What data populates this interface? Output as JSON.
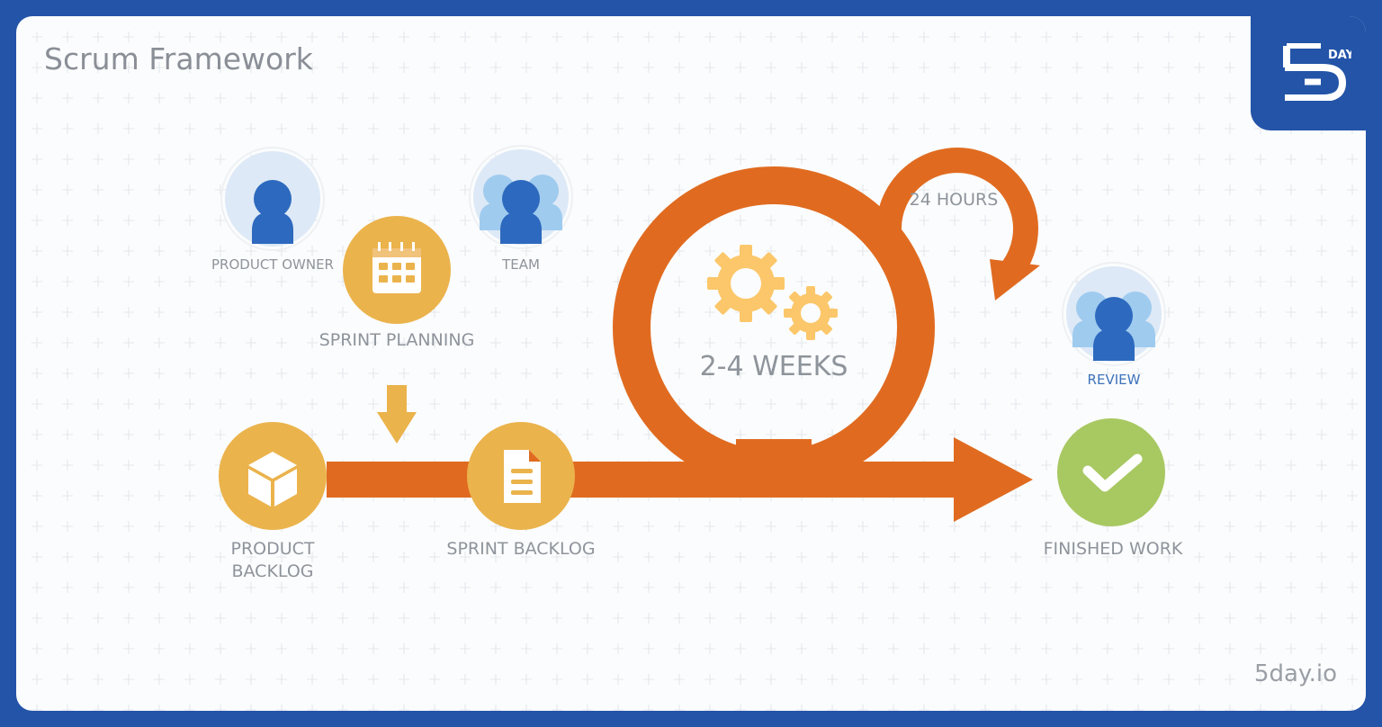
{
  "title": "Scrum Framework",
  "brand": {
    "logo_text": "5DAY",
    "url": "5day.io"
  },
  "roles": {
    "product_owner": "PRODUCT OWNER",
    "team": "TEAM",
    "review": "REVIEW"
  },
  "steps": {
    "sprint_planning": "SPRINT PLANNING",
    "product_backlog": "PRODUCT BACKLOG",
    "sprint_backlog": "SPRINT BACKLOG",
    "finished_work": "FINISHED WORK"
  },
  "sprint_cycle": {
    "duration": "2-4 WEEKS"
  },
  "daily_cycle": {
    "duration": "24 HOURS"
  },
  "colors": {
    "frame_blue": "#2354a8",
    "arrow_orange": "#e06b20",
    "step_yellow": "#ebb34c",
    "finish_green": "#a8c862",
    "person_blue": "#2d69be",
    "person_light": "#9fcbef",
    "avatar_bg": "#dde9f6",
    "text_gray": "#8e949b"
  },
  "icons": {
    "product_owner": "person-icon",
    "team": "group-icon",
    "review": "group-icon",
    "sprint_planning": "calendar-icon",
    "product_backlog": "cube-icon",
    "sprint_backlog": "document-icon",
    "sprint": "gears-icon",
    "finished_work": "checkmark-icon"
  }
}
